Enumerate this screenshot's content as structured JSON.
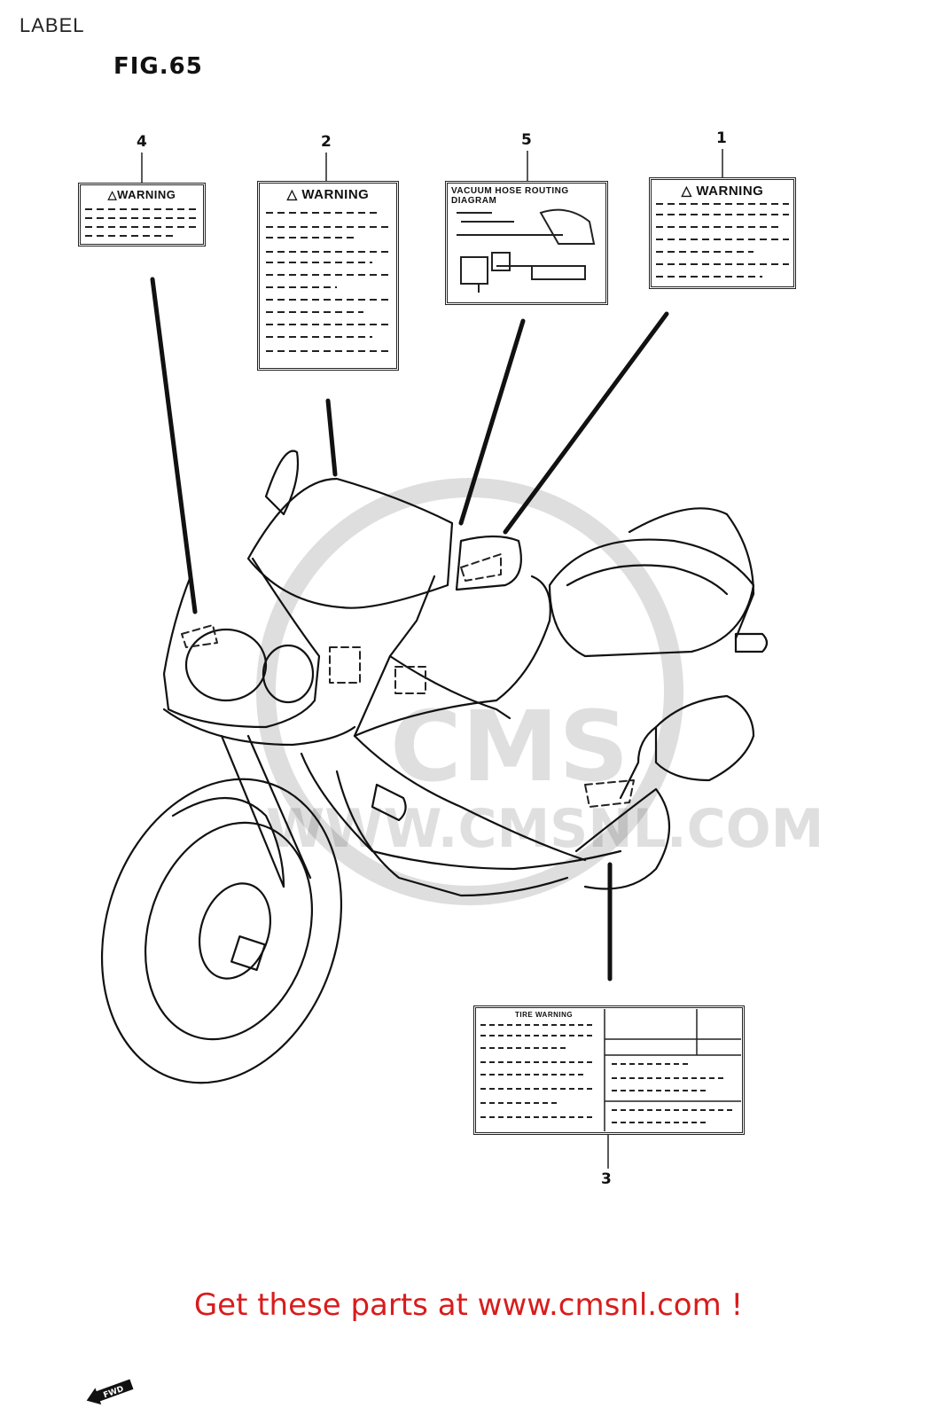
{
  "page": {
    "title": "LABEL",
    "figure": "FIG.65"
  },
  "callouts": [
    {
      "num": "4",
      "label_title": "WARNING"
    },
    {
      "num": "2",
      "label_title": "WARNING"
    },
    {
      "num": "5",
      "label_title": "VACUUM HOSE ROUTING DIAGRAM"
    },
    {
      "num": "1",
      "label_title": "WARNING"
    },
    {
      "num": "3",
      "label_title": "TIRE WARNING"
    }
  ],
  "watermark": {
    "text": "WWW.CMSNL.COM",
    "logo": "CMS"
  },
  "direction_badge": "FWD",
  "footer": {
    "link_text": "Get these parts at www.cmsnl.com !"
  },
  "colors": {
    "link": "#d91c1c",
    "line": "#222222"
  }
}
